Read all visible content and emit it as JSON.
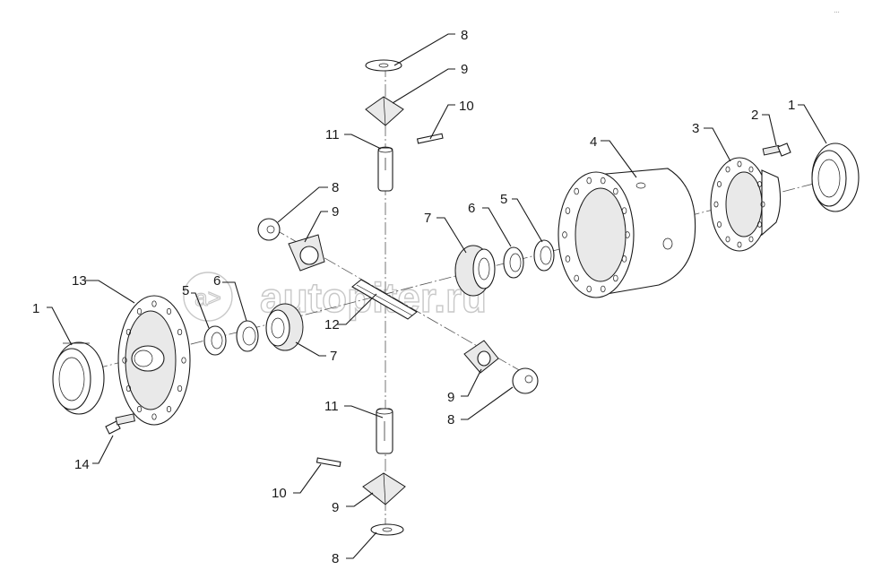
{
  "diagram": {
    "watermark": "autopiter.ru",
    "corner_note": "…",
    "callouts": [
      {
        "id": "c1-left",
        "text": "1"
      },
      {
        "id": "c13",
        "text": "13"
      },
      {
        "id": "c5-left",
        "text": "5"
      },
      {
        "id": "c6-left",
        "text": "6"
      },
      {
        "id": "c12",
        "text": "12"
      },
      {
        "id": "c7-left",
        "text": "7"
      },
      {
        "id": "c14",
        "text": "14"
      },
      {
        "id": "c8-top",
        "text": "8"
      },
      {
        "id": "c9-top",
        "text": "9"
      },
      {
        "id": "c10-top",
        "text": "10"
      },
      {
        "id": "c11-top",
        "text": "11"
      },
      {
        "id": "c8-midleft",
        "text": "8"
      },
      {
        "id": "c9-midleft",
        "text": "9"
      },
      {
        "id": "c7-right",
        "text": "7"
      },
      {
        "id": "c6-right",
        "text": "6"
      },
      {
        "id": "c5-right",
        "text": "5"
      },
      {
        "id": "c4",
        "text": "4"
      },
      {
        "id": "c3",
        "text": "3"
      },
      {
        "id": "c2",
        "text": "2"
      },
      {
        "id": "c1-right",
        "text": "1"
      },
      {
        "id": "c9-midright",
        "text": "9"
      },
      {
        "id": "c8-midright",
        "text": "8"
      },
      {
        "id": "c11-bottom",
        "text": "11"
      },
      {
        "id": "c10-bottom",
        "text": "10"
      },
      {
        "id": "c9-bottom",
        "text": "9"
      },
      {
        "id": "c8-bottom",
        "text": "8"
      }
    ]
  }
}
